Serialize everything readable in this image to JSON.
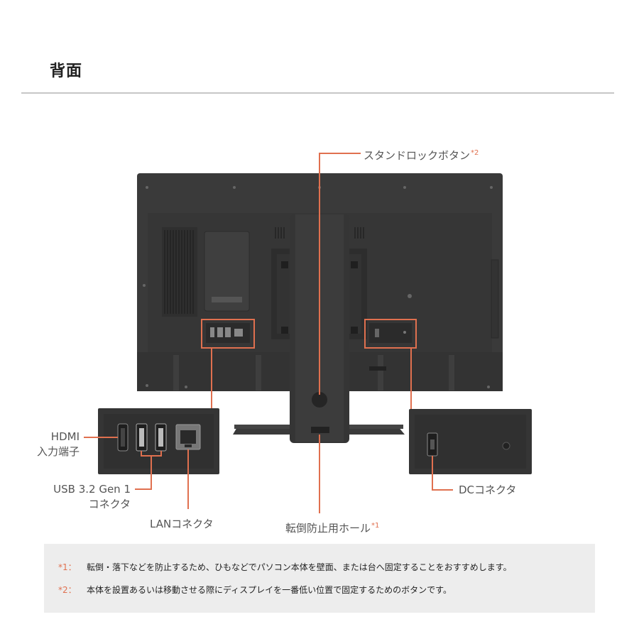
{
  "page": {
    "title": "背面"
  },
  "labels": {
    "stand_lock": {
      "text": "スタンドロックボタン",
      "sup": "*2"
    },
    "hdmi": {
      "line1": "HDMI",
      "line2": "入力端子"
    },
    "usb": {
      "line1": "USB 3.2 Gen 1",
      "line2": "コネクタ"
    },
    "lan": {
      "text": "LANコネクタ"
    },
    "hole": {
      "text": "転倒防止用ホール",
      "sup": "*1"
    },
    "dc": {
      "text": "DCコネクタ"
    }
  },
  "notes": [
    {
      "mark": "*1：",
      "text": "転倒・落下などを防止するため、ひもなどでパソコン本体を壁面、または台へ固定することをおすすめします。"
    },
    {
      "mark": "*2：",
      "text": "本体を設置あるいは移動させる際にディスプレイを一番低い位置で固定するためのボタンです。"
    }
  ],
  "colors": {
    "accent": "#e0704f",
    "device": "#3a3a3a",
    "note_bg": "#ededed",
    "rule": "#c7c7c7"
  }
}
